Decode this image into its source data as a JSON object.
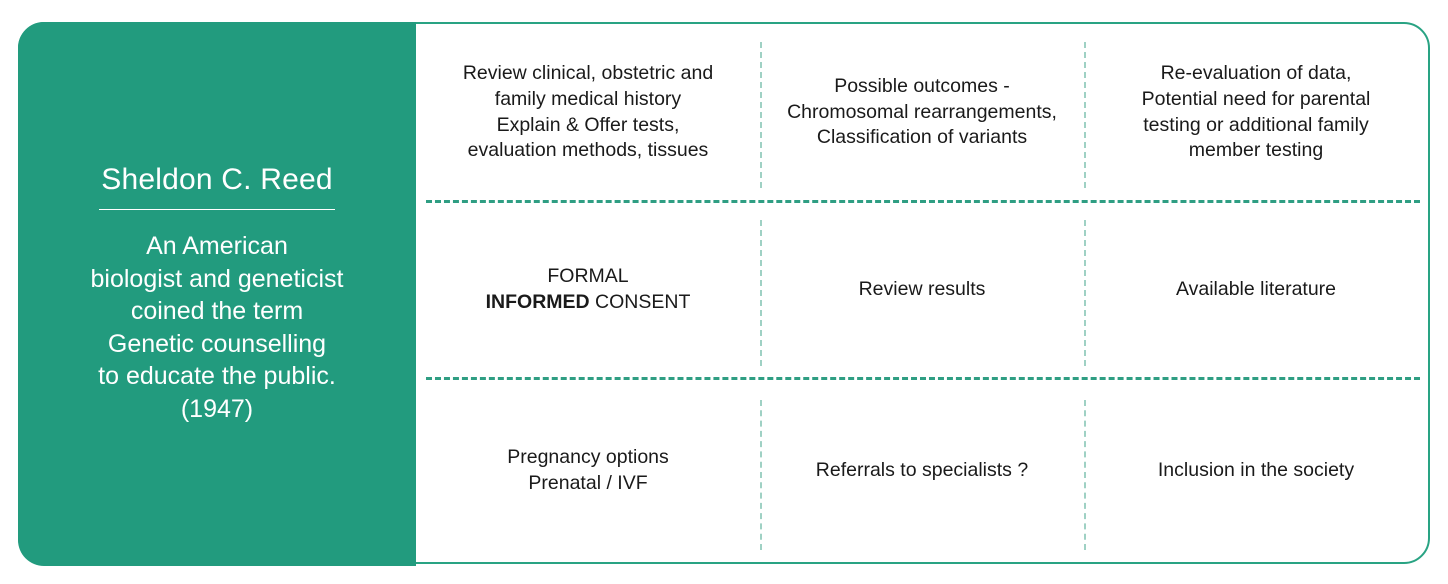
{
  "theme": {
    "panel_green": "#229b7e",
    "border_green": "#29a383",
    "divider_green": "#2f9e83",
    "divider_light": "#9fd1c4",
    "text_dark": "#1a1a1a",
    "panel_text": "#ffffff"
  },
  "left_panel": {
    "name": "Sheldon C. Reed",
    "description_lines": [
      "An American",
      "biologist and geneticist",
      "coined the term",
      "Genetic counselling",
      "to educate the public.",
      "(1947)"
    ]
  },
  "grid": {
    "rows": [
      {
        "cells": [
          {
            "id": "review-history",
            "lines": [
              "Review clinical, obstetric and",
              "family medical history",
              "Explain & Offer tests,",
              "evaluation methods, tissues"
            ]
          },
          {
            "id": "possible-outcomes",
            "lines": [
              "Possible outcomes -",
              "Chromosomal rearrangements,",
              "Classification of variants"
            ]
          },
          {
            "id": "re-evaluation",
            "lines": [
              "Re-evaluation of data,",
              "Potential need for parental",
              "testing or additional family",
              "member testing"
            ]
          }
        ]
      },
      {
        "cells": [
          {
            "id": "informed-consent",
            "line1": "FORMAL",
            "line2_bold": "INFORMED",
            "line2_rest": " CONSENT"
          },
          {
            "id": "review-results",
            "lines": [
              "Review results"
            ]
          },
          {
            "id": "available-literature",
            "lines": [
              "Available literature"
            ]
          }
        ]
      },
      {
        "cells": [
          {
            "id": "pregnancy-options",
            "lines": [
              "Pregnancy options",
              "Prenatal / IVF"
            ]
          },
          {
            "id": "referrals",
            "lines": [
              "Referrals to specialists ?"
            ]
          },
          {
            "id": "inclusion-society",
            "lines": [
              "Inclusion in the society"
            ]
          }
        ]
      }
    ]
  }
}
